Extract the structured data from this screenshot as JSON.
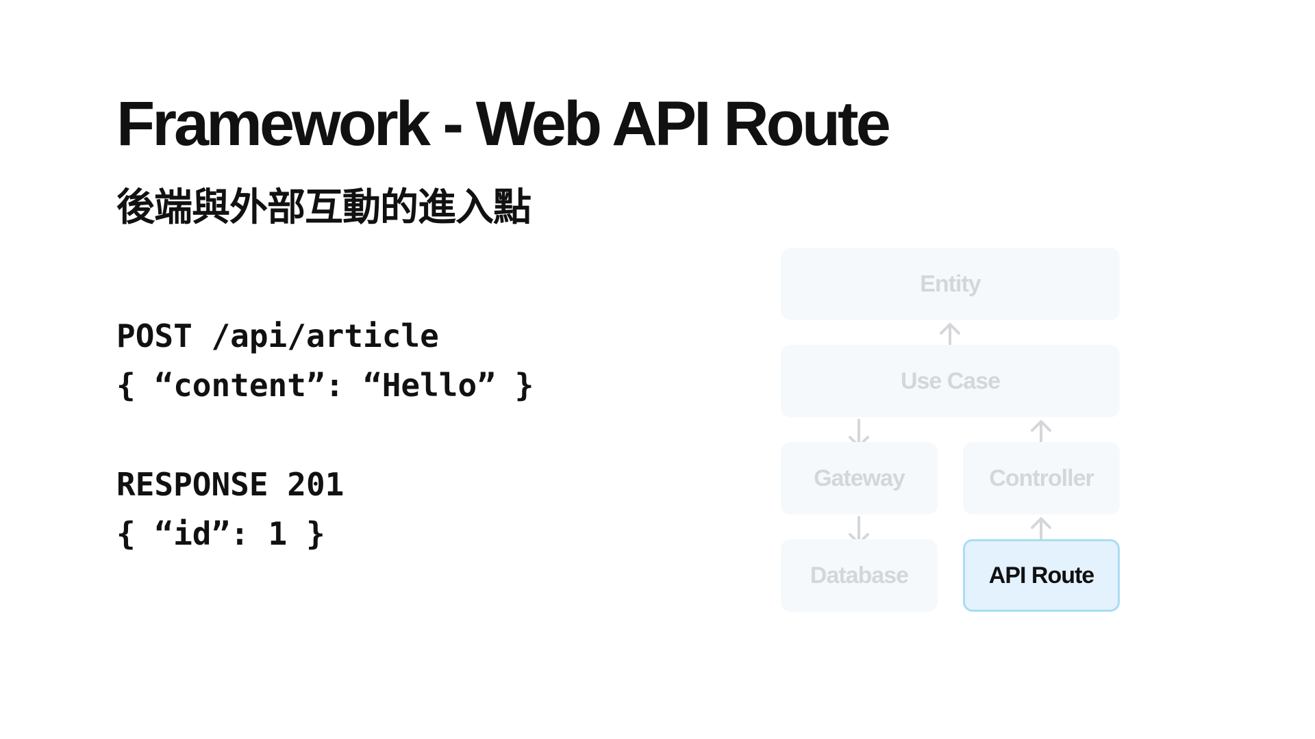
{
  "slide": {
    "title": "Framework - Web API Route",
    "subtitle": "後端與外部互動的進入點"
  },
  "code": {
    "request_line": "POST /api/article",
    "request_body": "{ “content”: “Hello” }",
    "response_line": "RESPONSE 201",
    "response_body": "{ “id”: 1 }"
  },
  "diagram": {
    "nodes": {
      "entity": "Entity",
      "use_case": "Use Case",
      "gateway": "Gateway",
      "controller": "Controller",
      "database": "Database",
      "api_route": "API Route"
    },
    "highlighted_node": "api_route",
    "colors": {
      "faded_box": "#f6f9fc",
      "faded_text": "#d4d6d9",
      "active_box": "#e3f2fc",
      "active_border": "#a9dcf4",
      "arrow": "#d4d6d9"
    }
  }
}
